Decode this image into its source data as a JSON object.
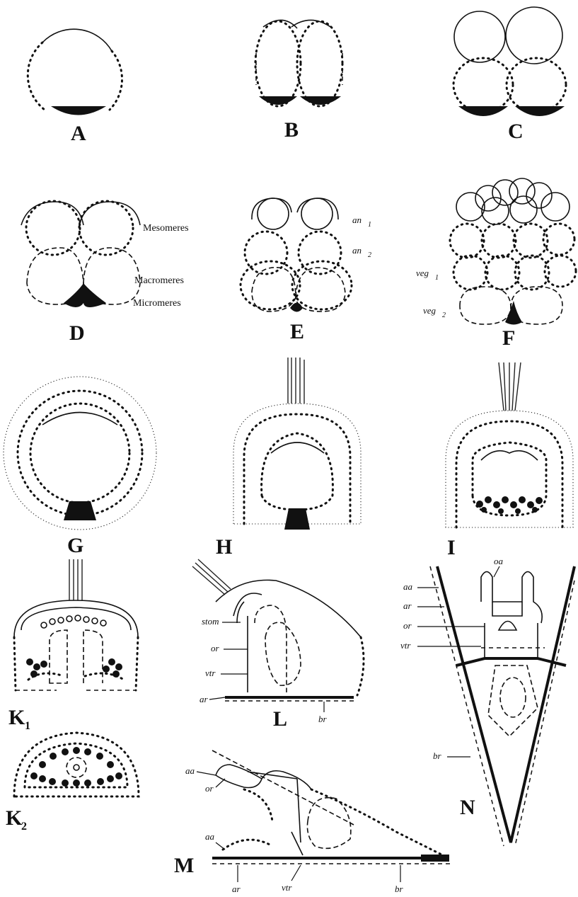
{
  "figure": {
    "panels": {
      "A": {
        "label": "A"
      },
      "B": {
        "label": "B"
      },
      "C": {
        "label": "C"
      },
      "D": {
        "label": "D",
        "annotations": [
          "Mesomeres",
          "Macromeres",
          "Micromeres"
        ]
      },
      "E": {
        "label": "E",
        "annotations": [
          "an",
          "1",
          "an",
          "2"
        ]
      },
      "F": {
        "label": "F",
        "annotations": [
          "veg",
          "1",
          "veg",
          "2"
        ]
      },
      "G": {
        "label": "G"
      },
      "H": {
        "label": "H"
      },
      "I": {
        "label": "I"
      },
      "K1": {
        "label": "K",
        "sub": "1"
      },
      "K2": {
        "label": "K",
        "sub": "2"
      },
      "L": {
        "label": "L",
        "annotations": [
          "stom",
          "or",
          "vtr",
          "ar",
          "br"
        ]
      },
      "M": {
        "label": "M",
        "annotations": [
          "aa",
          "or",
          "aa",
          "ar",
          "vtr",
          "br"
        ]
      },
      "N": {
        "label": "N",
        "annotations": [
          "oa",
          "aa",
          "ar",
          "or",
          "vtr",
          "br"
        ]
      }
    }
  }
}
